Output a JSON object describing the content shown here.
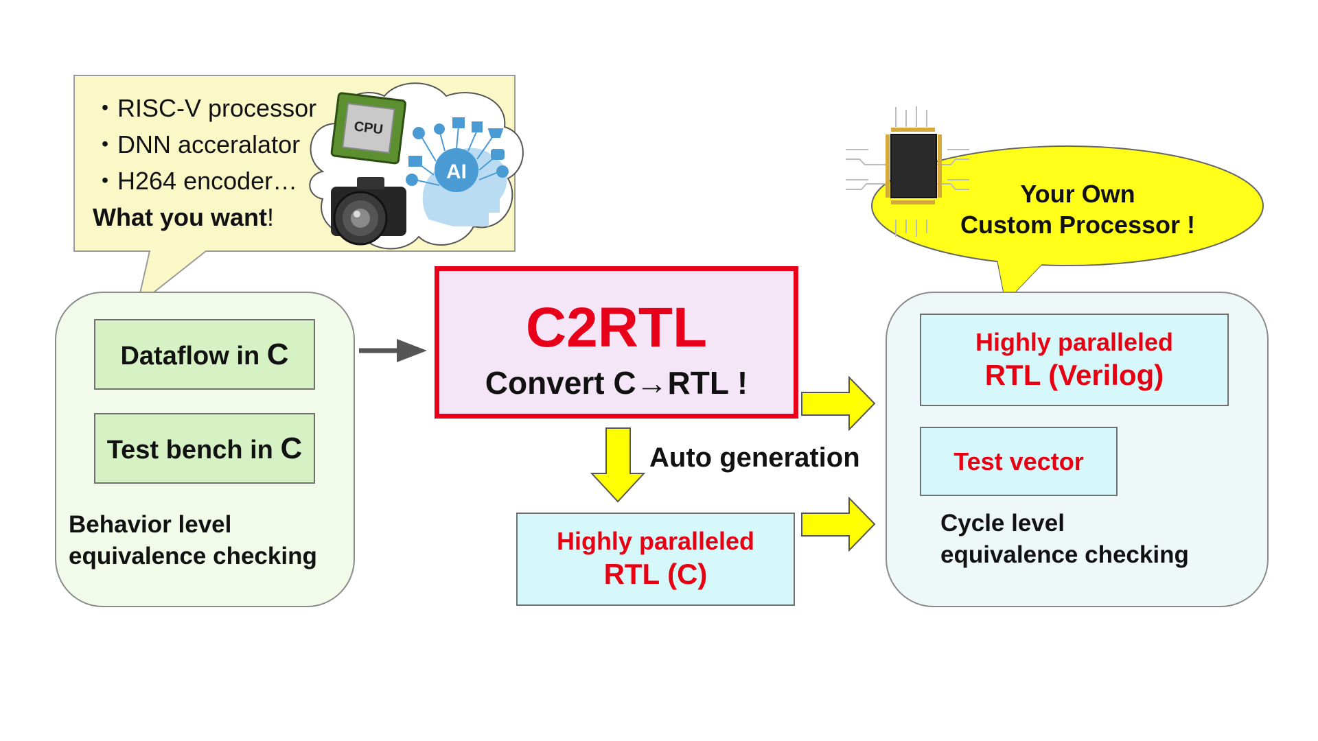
{
  "wishlist": {
    "items": [
      "・RISC-V processor",
      "・DNN acceralator",
      "・H264 encoder…"
    ],
    "want_bold": "What you want",
    "want_tail": "!",
    "cpu_chip_label": "CPU",
    "ai_head_label": "AI"
  },
  "behavior_panel": {
    "dataflow_label": "Dataflow in ",
    "testbench_label": "Test bench in ",
    "c_letter": "C",
    "caption_line1": "Behavior level",
    "caption_line2": "equivalence checking"
  },
  "c2rtl": {
    "title": "C2RTL",
    "subtitle": "Convert C→RTL !"
  },
  "auto_generation": "Auto generation",
  "rtl_c": {
    "line1": "Highly paralleled",
    "line2": "RTL (C)"
  },
  "cycle_panel": {
    "rtl_verilog_line1": "Highly paralleled",
    "rtl_verilog_line2": "RTL (Verilog)",
    "test_vector": "Test vector",
    "caption_line1": "Cycle level",
    "caption_line2": "equivalence checking"
  },
  "processor_bubble": {
    "line1": "Your Own",
    "line2": "Custom Processor !"
  },
  "colors": {
    "accent_red": "#e60012",
    "arrow_yellow": "#ffff00",
    "bubble_left": "#fbf8c8",
    "bubble_right": "#ffff1a",
    "green_box": "#d6f2c4",
    "cyan_box": "#d6f8fa",
    "c2rtl_fill": "#f5e6f7"
  }
}
